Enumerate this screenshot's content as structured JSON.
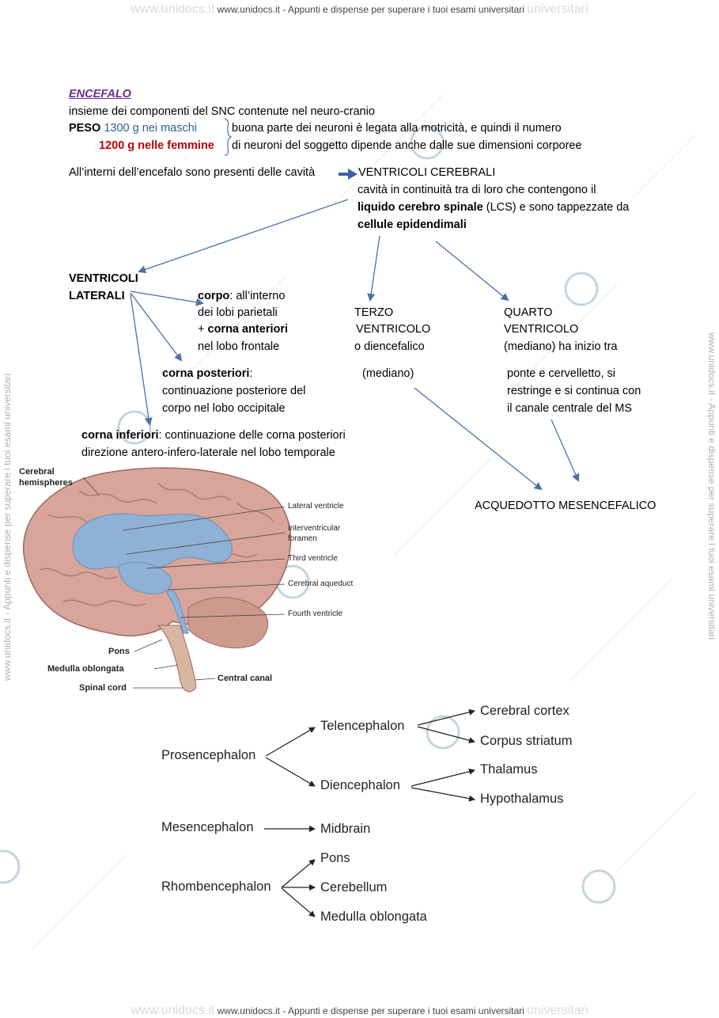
{
  "watermark": {
    "text": "www.unidocs.it - Appunti e dispense per superare i tuoi esami universitari",
    "faint_left": "www.unidocs.it",
    "faint_right": "universitari"
  },
  "notes": {
    "title": "ENCEFALO",
    "definition": "insieme dei componenti del SNC contenute nel neuro-cranio",
    "peso_label": "PESO",
    "peso_male": "1300 g  nei maschi",
    "peso_female": "1200 g  nelle femmine",
    "peso_note_1": "buona parte dei neuroni è legata alla motricità, e quindi il numero",
    "peso_note_2": "di neuroni del soggetto dipende anche dalle sue dimensioni corporee",
    "cavities": "All’interni dell’encefalo sono presenti delle cavità",
    "ventricoli_title": "VENTRICOLI CEREBRALI",
    "ventricoli_desc_1": "cavità in continuità tra di loro che contengono il",
    "ventricoli_desc_2a": "liquido cerebro spinale",
    "ventricoli_desc_2b": " (LCS) e sono tappezzate da",
    "ventricoli_desc_3": "cellule epidendimali",
    "lat_1": "VENTRICOLI",
    "lat_2": "LATERALI",
    "corpo_a": "corpo",
    "corpo_b": ": all’interno",
    "corpo_2": "dei lobi parietali",
    "corpo_3a": "+ ",
    "corpo_3b": "corna anteriori",
    "corpo_4": "nel lobo frontale",
    "post_1": "corna posteriori",
    "post_1b": ":",
    "post_2": "continuazione posteriore del",
    "post_3": "corpo nel lobo occipitale",
    "inf_1a": "corna inferiori",
    "inf_1b": ": continuazione delle corna posteriori",
    "inf_2": "direzione antero-infero-laterale nel lobo temporale",
    "terzo_1": "TERZO",
    "terzo_2": "VENTRICOLO",
    "terzo_3": "o diencefalico",
    "terzo_4": "(mediano)",
    "quarto_1": "QUARTO",
    "quarto_2": "VENTRICOLO",
    "quarto_3": "(mediano) ha inizio tra",
    "quarto_4": "ponte e cervelletto, si",
    "quarto_5": "restringe e si continua con",
    "quarto_6": "il canale centrale del MS",
    "acquedotto": "ACQUEDOTTO MESENCEFALICO"
  },
  "brain_figure": {
    "cerebral_1": "Cerebral",
    "cerebral_2": "hemispheres",
    "lateral_ventricle": "Lateral ventricle",
    "interventricular_1": "Interventricular",
    "interventricular_2": "foramen",
    "third_ventricle": "Third ventricle",
    "cerebral_aqueduct": "Cerebral aqueduct",
    "fourth_ventricle": "Fourth ventricle",
    "pons": "Pons",
    "medulla": "Medulla oblongata",
    "spinal_cord": "Spinal cord",
    "central_canal": "Central canal",
    "colors": {
      "brain": "#d9a59a",
      "ventricles": "#8fb1d6"
    }
  },
  "tree": {
    "prosencephalon": "Prosencephalon",
    "telencephalon": "Telencephalon",
    "cerebral_cortex": "Cerebral cortex",
    "corpus_striatum": "Corpus striatum",
    "diencephalon": "Diencephalon",
    "thalamus": "Thalamus",
    "hypothalamus": "Hypothalamus",
    "mesencephalon": "Mesencephalon",
    "midbrain": "Midbrain",
    "rhombencephalon": "Rhombencephalon",
    "pons": "Pons",
    "cerebellum": "Cerebellum",
    "medulla": "Medulla oblongata"
  },
  "colors": {
    "arrow": "#4a72a8",
    "title": "#6b2d8f",
    "male": "#2e5e92",
    "female": "#c00000"
  }
}
